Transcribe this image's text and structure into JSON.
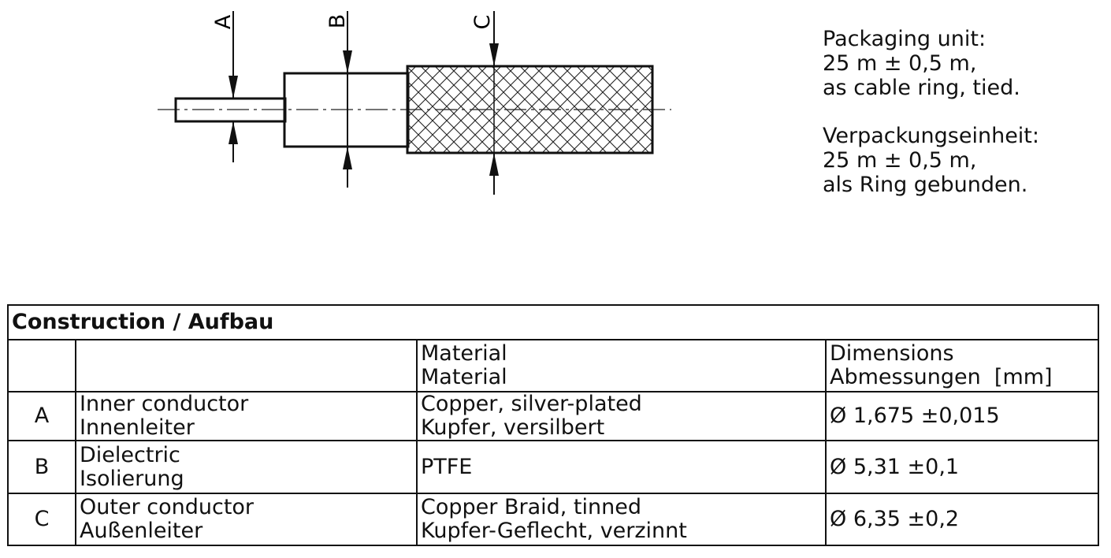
{
  "diagram": {
    "labels": {
      "a": "A",
      "b": "B",
      "c": "C"
    }
  },
  "packaging": {
    "en_title": "Packaging unit:",
    "en_length": "25 m ± 0,5 m,",
    "en_form": "as cable ring, tied.",
    "de_title": "Verpackungseinheit:",
    "de_length": "25 m ± 0,5 m,",
    "de_form": "als Ring gebunden."
  },
  "table": {
    "title": "Construction / Aufbau",
    "header": {
      "material_en": "Material",
      "material_de": "Material",
      "dimensions_en": "Dimensions",
      "dimensions_de": "Abmessungen  [mm]"
    },
    "rows": [
      {
        "id": "A",
        "component_en": "Inner conductor",
        "component_de": "Innenleiter",
        "material_en": "Copper, silver-plated",
        "material_de": "Kupfer, versilbert",
        "dimension": "Ø 1,675 ±0,015"
      },
      {
        "id": "B",
        "component_en": "Dielectric",
        "component_de": "Isolierung",
        "material": "PTFE",
        "dimension": "Ø 5,31 ±0,1"
      },
      {
        "id": "C",
        "component_en": "Outer conductor",
        "component_de": "Außenleiter",
        "material_en": "Copper Braid, tinned",
        "material_de": "Kupfer-Geflecht, verzinnt",
        "dimension": "Ø 6,35 ±0,2"
      }
    ]
  }
}
